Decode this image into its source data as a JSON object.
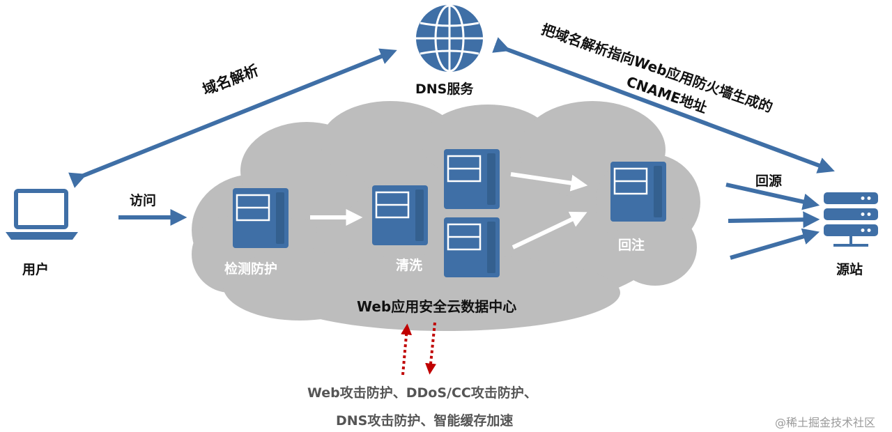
{
  "labels": {
    "dns": "DNS服务",
    "user": "用户",
    "origin": "源站",
    "domain_resolve": "域名解析",
    "cname_line1": "把域名解析指向Web应用防火墙生成的",
    "cname_line2": "CNAME地址",
    "visit": "访问",
    "back_to_origin": "回源",
    "detect": "检测防护",
    "clean": "清洗",
    "reinject": "回注",
    "cloud_center": "Web应用安全云数据中心",
    "features_line1": "Web攻击防护、DDoS/CC攻击防护、",
    "features_line2": "DNS攻击防护、智能缓存加速"
  },
  "watermark": "@稀土掘金技术社区",
  "icons": {
    "dns": "globe-icon",
    "user": "laptop-icon",
    "origin": "server-rack-icon",
    "node": "server-icon"
  },
  "colors": {
    "blue": "#3f6fa6",
    "cloud": "#bdbdbd",
    "white_arrow": "#ffffff",
    "red_dots": "#c00000"
  }
}
